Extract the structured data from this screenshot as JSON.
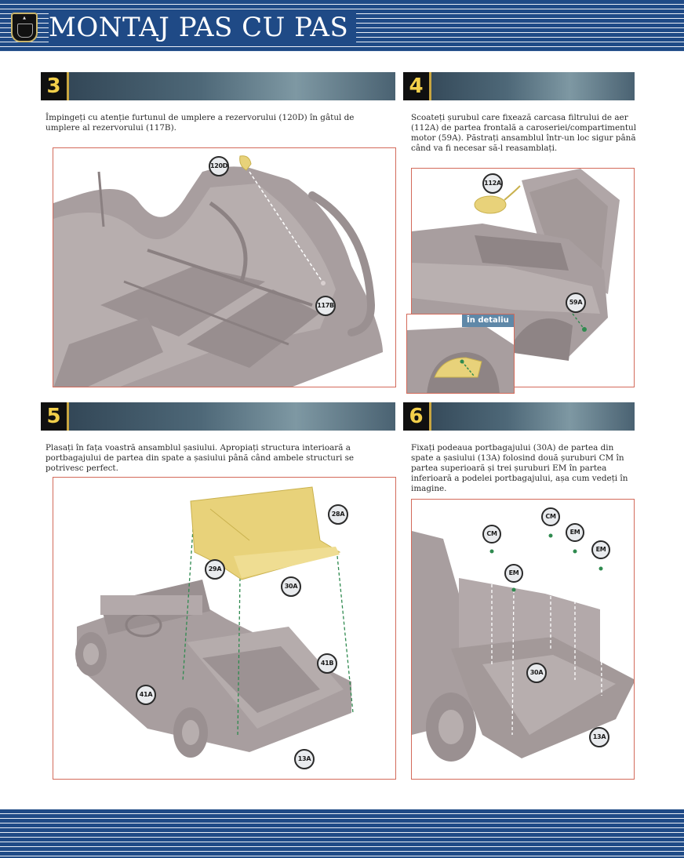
{
  "header": {
    "title": "MONTAJ PAS CU PAS"
  },
  "steps": [
    {
      "number": "3",
      "text": "Împingeți cu atenție furtunul de umplere a rezervorului (120D) în gâtul de umplere al rezervorului (117B).",
      "callouts": [
        "120D",
        "117B"
      ]
    },
    {
      "number": "4",
      "text": "Scoateți șurubul care fixează carcasa filtrului de aer (112A) de partea frontală a caroseriei/compartimentul motor (59A). Păstrați ansamblul într-un loc sigur până când va fi necesar să-l reasamblați.",
      "callouts": [
        "112A",
        "59A"
      ],
      "detail_label": "În detaliu"
    },
    {
      "number": "5",
      "text": "Plasați în fața voastră ansamblul șasiului. Apropiați structura interioară a portbagajului de partea din spate a șasiului până când ambele structuri se potrivesc perfect.",
      "callouts": [
        "28A",
        "29A",
        "30A",
        "41B",
        "41A",
        "13A"
      ]
    },
    {
      "number": "6",
      "text": "Fixați podeaua portbagajului (30A) de partea din spate a șasiului (13A) folosind două șuruburi CM în partea superioară și trei șuruburi EM în partea inferioară a podelei portbagajului, așa cum vedeți în imagine.",
      "callouts": [
        "CM",
        "CM",
        "EM",
        "EM",
        "EM",
        "30A",
        "13A"
      ]
    }
  ],
  "colors": {
    "header_blue": "#1f4a86",
    "step_number_yellow": "#f2cf4a",
    "panel_border": "#d36a5a",
    "part_yellow": "#e8d27a",
    "model_grey": "#a89e9f"
  }
}
